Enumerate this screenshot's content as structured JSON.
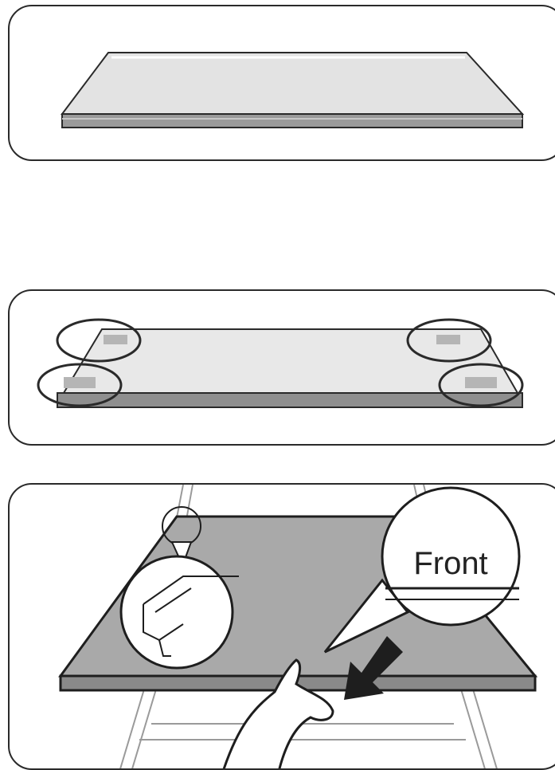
{
  "panels": {
    "shelf_view": {},
    "shelf_corners": {},
    "installation": {
      "front_label": "Front"
    }
  },
  "colors": {
    "outline": "#2a2a2a",
    "shelf_glass_light": "#e3e3e3",
    "shelf_edge": "#9a9a9a",
    "shelf_dark": "#8f8f8f",
    "corner_marks": "#b5b5b5"
  },
  "icons": [
    "shelf-illustration",
    "corner-highlight-circle",
    "zoom-callout",
    "hand-icon",
    "arrow-icon"
  ]
}
